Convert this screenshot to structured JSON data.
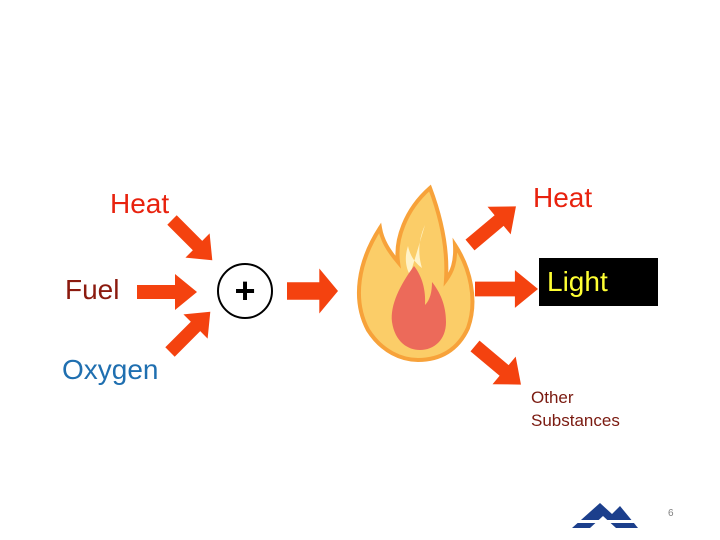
{
  "diagram": {
    "inputs": {
      "heat": "Heat",
      "fuel": "Fuel",
      "oxygen": "Oxygen"
    },
    "operator": "+",
    "outputs": {
      "heat": "Heat",
      "light": "Light",
      "other": "Other Substances"
    },
    "icons": {
      "flame": "fire-icon",
      "logo": "logo-icon"
    },
    "colors": {
      "arrow": "#f4420f",
      "heat_text": "#e8220e",
      "fuel_text": "#8b1a0e",
      "oxygen_text": "#1f6fb0",
      "light_text": "#ffff33",
      "light_box": "#000000",
      "logo": "#1c3f8c"
    }
  },
  "footer": {
    "page_number": "6"
  }
}
